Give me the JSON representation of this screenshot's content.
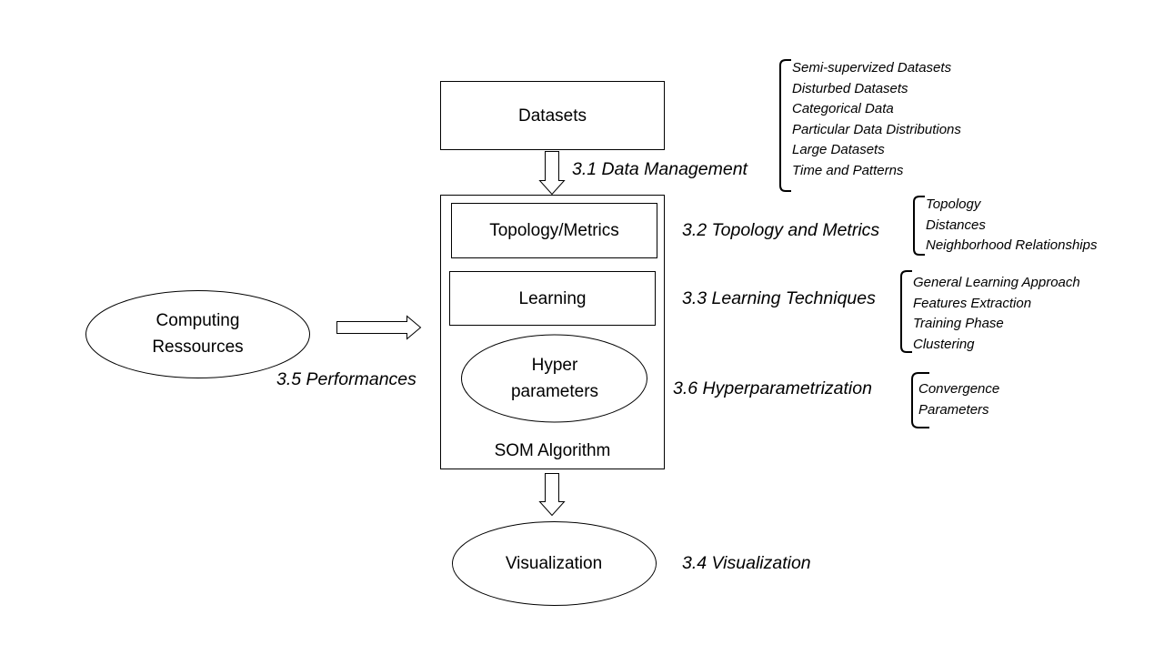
{
  "nodes": {
    "datasets": "Datasets",
    "topology_metrics": "Topology/Metrics",
    "learning": "Learning",
    "hyper_parameters": "Hyper\nparameters",
    "som_algorithm": "SOM Algorithm",
    "computing_resources": "Computing\nRessources",
    "visualization": "Visualization"
  },
  "sections": {
    "data_management": "3.1 Data Management",
    "topology_and_metrics": "3.2 Topology and Metrics",
    "learning_techniques": "3.3 Learning Techniques",
    "visualization": "3.4 Visualization",
    "performances": "3.5 Performances",
    "hyperparametrization": "3.6 Hyperparametrization"
  },
  "lists": {
    "data_management": [
      "Semi-supervized Datasets",
      "Disturbed Datasets",
      "Categorical Data",
      "Particular Data Distributions",
      "Large Datasets",
      "Time and Patterns"
    ],
    "topology_and_metrics": [
      "Topology",
      "Distances",
      "Neighborhood Relationships"
    ],
    "learning_techniques": [
      "General Learning Approach",
      "Features Extraction",
      "Training Phase",
      "Clustering"
    ],
    "hyperparametrization": [
      "Convergence",
      "Parameters"
    ]
  }
}
